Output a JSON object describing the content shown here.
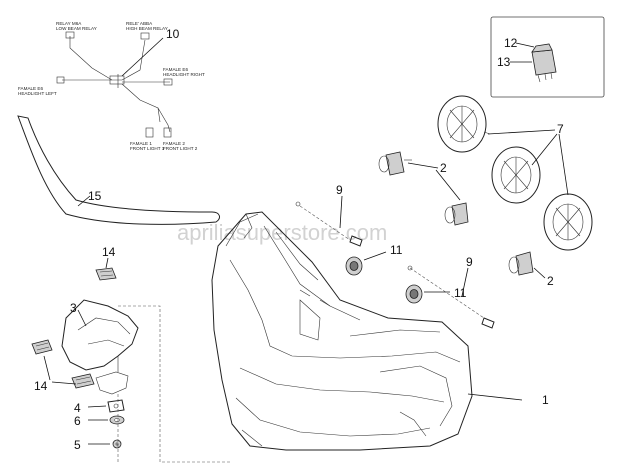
{
  "watermark": "apriliasuperstore.com",
  "wiring_labels": {
    "relay_low_beam": [
      "RELAY M6A",
      "LOW BEAM RELAY"
    ],
    "relay_high_beam": [
      "RELE' ABBA",
      "HIGH BEAM RELAY"
    ],
    "headlight_right": [
      "FAMALE E6",
      "HEADLIGHT RIGHT"
    ],
    "headlight_left": [
      "FAMALE E6",
      "HEADLIGHT LEFT"
    ],
    "front_light_1": [
      "FAMALE 1",
      "FRONT LIGHT 1"
    ],
    "front_light_2": [
      "FAMALE 2",
      "FRONT LIGHT 2"
    ]
  },
  "callouts": {
    "c1": "1",
    "c2a": "2",
    "c2b": "2",
    "c3": "3",
    "c4": "4",
    "c5": "5",
    "c6": "6",
    "c7": "7",
    "c9a": "9",
    "c9b": "9",
    "c10": "10",
    "c11a": "11",
    "c11b": "11",
    "c12": "12",
    "c13": "13",
    "c14a": "14",
    "c14b": "14",
    "c15": "15"
  }
}
